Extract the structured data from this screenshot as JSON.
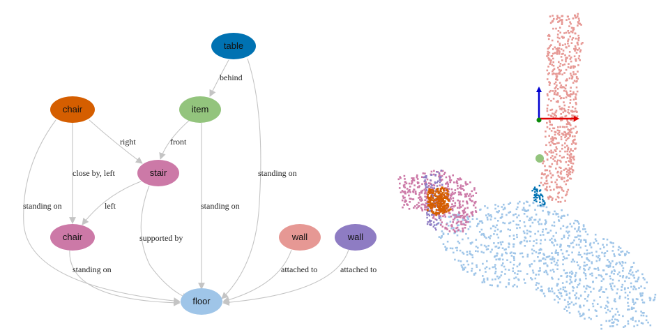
{
  "graph": {
    "nodes": [
      {
        "id": "table",
        "label": "table",
        "color": "#0072b2"
      },
      {
        "id": "item",
        "label": "item",
        "color": "#93c47d"
      },
      {
        "id": "chair1",
        "label": "chair",
        "color": "#d55e00"
      },
      {
        "id": "stair",
        "label": "stair",
        "color": "#cc79a7"
      },
      {
        "id": "chair2",
        "label": "chair",
        "color": "#cc79a7"
      },
      {
        "id": "wall1",
        "label": "wall",
        "color": "#e69894"
      },
      {
        "id": "wall2",
        "label": "wall",
        "color": "#8e7cc3"
      },
      {
        "id": "floor",
        "label": "floor",
        "color": "#9fc5e8"
      }
    ],
    "edges": [
      {
        "from": "table",
        "to": "item",
        "label": "behind"
      },
      {
        "from": "table",
        "to": "floor",
        "label": "standing on"
      },
      {
        "from": "item",
        "to": "stair",
        "label": "front"
      },
      {
        "from": "item",
        "to": "floor",
        "label": "standing on"
      },
      {
        "from": "chair1",
        "to": "stair",
        "label": "right"
      },
      {
        "from": "chair1",
        "to": "chair2",
        "label": "close by, left"
      },
      {
        "from": "chair1",
        "to": "floor",
        "label": "standing on"
      },
      {
        "from": "stair",
        "to": "chair2",
        "label": "left"
      },
      {
        "from": "stair",
        "to": "floor",
        "label": "supported by"
      },
      {
        "from": "chair2",
        "to": "floor",
        "label": "standing on"
      },
      {
        "from": "wall1",
        "to": "floor",
        "label": "attached to"
      },
      {
        "from": "wall2",
        "to": "floor",
        "label": "attached to"
      }
    ]
  },
  "point_cloud": {
    "colors": {
      "wall": "#e69894",
      "floor": "#9fc5e8",
      "chair_orange": "#d55e00",
      "chair_pink": "#cc79a7",
      "stair": "#cc79a7",
      "table": "#0072b2",
      "item": "#93c47d",
      "wall_purple": "#8e7cc3"
    },
    "axes_colors": {
      "x": "#e00000",
      "y": "#0a8a0a",
      "z": "#0000d0"
    }
  }
}
